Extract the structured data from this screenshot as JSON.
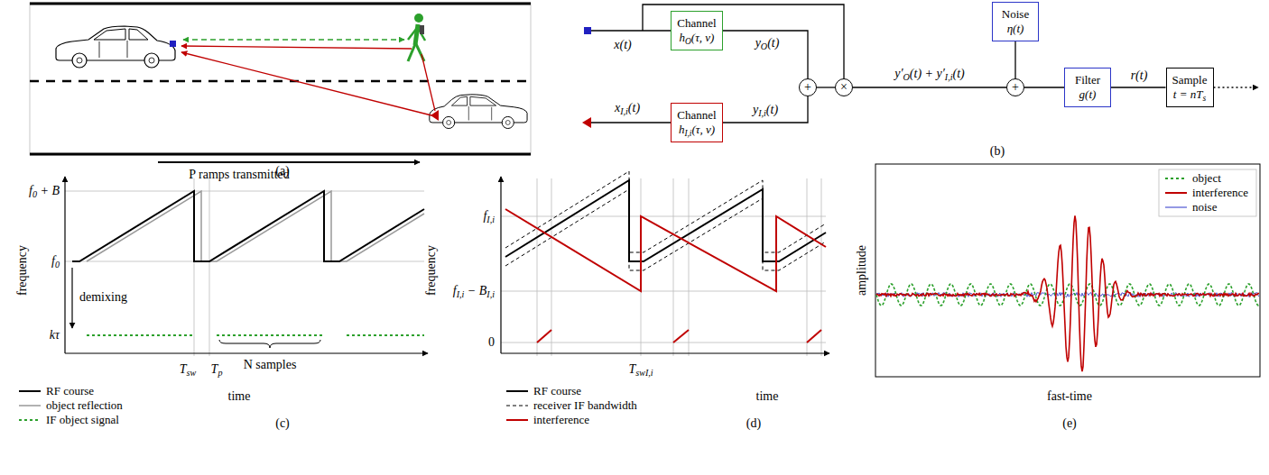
{
  "diagram": {
    "nodes": [
      {
        "text": [
          "Channel",
          "hO(τ, ν)"
        ]
      },
      {
        "text": [
          "Channel",
          "hI,i(τ, ν)"
        ]
      },
      {
        "text": [
          "+"
        ]
      },
      {
        "text": [
          "×"
        ]
      },
      {
        "text": [
          "Noise",
          "η(t)"
        ]
      },
      {
        "text": [
          "+"
        ]
      },
      {
        "text": [
          "Filter",
          "g(t)"
        ]
      },
      {
        "text": [
          "Sample",
          "t = nTs"
        ]
      }
    ],
    "edges": [
      {
        "from": 0,
        "to": 2,
        "arrow": "none",
        "label": "yO(t)"
      },
      {
        "from": 1,
        "to": 2,
        "arrow": "none",
        "label": "yI,i(t)"
      },
      {
        "from": 2,
        "to": 3,
        "arrow": "none"
      },
      {
        "from": 3,
        "to": 5,
        "arrow": "none",
        "label": "y′O(t) + y′I,i(t)"
      },
      {
        "from": 4,
        "to": 5,
        "arrow": "none"
      },
      {
        "from": 5,
        "to": 6,
        "arrow": "none"
      },
      {
        "from": 6,
        "to": 7,
        "arrow": "none",
        "label": "r(t)"
      }
    ],
    "labels": [
      "(a)",
      "x(t)",
      "xI,i(t)",
      "(b)",
      "P ramps transmitted",
      "f0 + B",
      "f0",
      "demixing",
      "kτ",
      "N samples",
      "Tsw",
      "Tp",
      "frequency",
      "time",
      "(c)",
      "fI,i",
      "fI,i − BI,i",
      "0",
      "TswI,i",
      "frequency",
      "time",
      "(d)",
      "amplitude",
      "fast-time",
      "(e)"
    ],
    "legend": [
      {
        "text": "RF course"
      },
      {
        "text": "object reflection"
      },
      {
        "text": "IF object signal"
      },
      {
        "text": "RF course"
      },
      {
        "text": "receiver IF bandwidth"
      },
      {
        "text": "interference"
      },
      {
        "text": "object"
      },
      {
        "text": "interference"
      },
      {
        "text": "noise"
      }
    ]
  }
}
